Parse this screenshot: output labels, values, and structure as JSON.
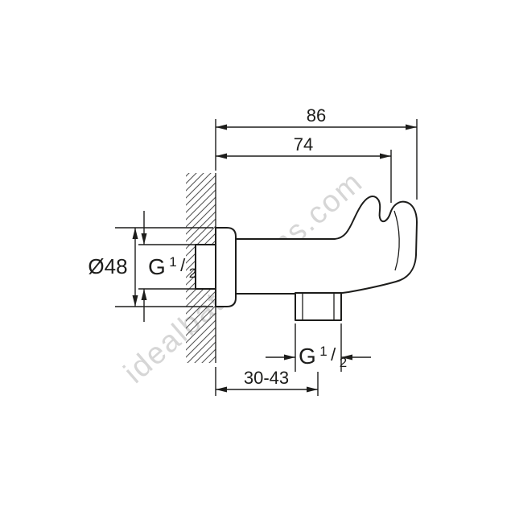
{
  "drawing": {
    "labels": {
      "width_total": "86",
      "width_body": "74",
      "flange_diameter": "Ø48",
      "thread": {
        "prefix": "G",
        "numerator": "1",
        "slash": "/",
        "denominator": "2"
      },
      "depth_range": "30-43"
    },
    "watermark": "idealbathrooms.com",
    "colors": {
      "line": "#1d1d1b",
      "watermark": "#d4d4d4",
      "background": "#ffffff"
    }
  }
}
